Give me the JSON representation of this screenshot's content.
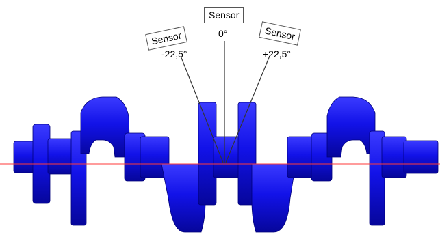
{
  "sensors": [
    {
      "box_text": "Sensor",
      "angle_text": "-22,5°"
    },
    {
      "box_text": "Sensor",
      "angle_text": "0°"
    },
    {
      "box_text": "Sensor",
      "angle_text": "+22,5°"
    }
  ],
  "colors": {
    "part": "#1010e6",
    "part_shadow": "#00008c",
    "part_highlight": "#5a5aff",
    "axis_line": "#ff3a3a",
    "leader": "#333333"
  }
}
